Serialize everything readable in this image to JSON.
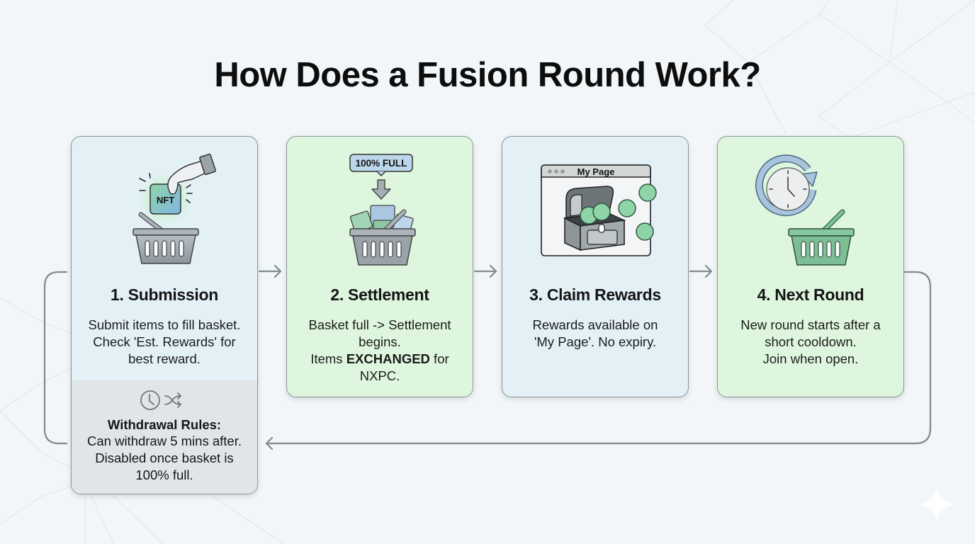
{
  "title": "How Does a Fusion Round Work?",
  "colors": {
    "background": "#f2f6f8",
    "card_blue": "#e3f1f7",
    "card_green": "#def6de",
    "rules_panel": "#e2e5e7",
    "connector": "#7f8a8e"
  },
  "steps": [
    {
      "number": 1,
      "title": "1. Submission",
      "description_lines": [
        "Submit items to fill basket.",
        "Check 'Est. Rewards' for",
        "best reward."
      ],
      "illustration": "hand-dropping-nft-into-basket",
      "nft_label": "NFT",
      "rules": {
        "icons": [
          "clock-icon",
          "shuffle-icon"
        ],
        "title": "Withdrawal Rules:",
        "lines": [
          "Can withdraw 5 mins after.",
          "Disabled once basket is",
          "100% full."
        ]
      }
    },
    {
      "number": 2,
      "title": "2. Settlement",
      "description_lines": [
        "Basket full -> Settlement",
        "begins."
      ],
      "description_rich": {
        "prefix": "Items ",
        "bold": "EXCHANGED",
        "suffix": " for",
        "last": "NXPC."
      },
      "illustration": "full-basket-with-arrow",
      "badge": "100% FULL"
    },
    {
      "number": 3,
      "title": "3. Claim Rewards",
      "description_lines": [
        "Rewards available on",
        "'My Page'. No expiry."
      ],
      "illustration": "treasure-chest-in-window",
      "window_title": "My Page"
    },
    {
      "number": 4,
      "title": "4. Next Round",
      "description_lines": [
        "New round starts after a",
        "short cooldown.",
        "Join when open."
      ],
      "illustration": "clock-refresh-with-basket"
    }
  ],
  "flow": {
    "forward_arrows": [
      "1-to-2",
      "2-to-3",
      "3-to-4"
    ],
    "loop_back": "4-to-1"
  }
}
